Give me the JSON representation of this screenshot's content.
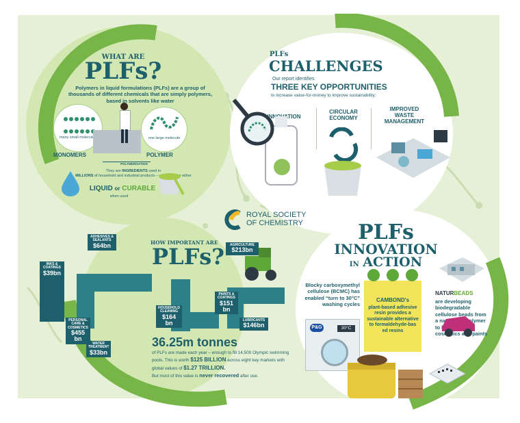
{
  "what_are": {
    "kicker": "WHAT ARE",
    "title": "PLFs?",
    "description": "Polymers in liquid formulations (PLFs) are a group of thousands of different chemicals that are simply polymers, based in solvents like water",
    "small_molecules": "many small molecules",
    "large_molecule": "one large molecule",
    "monomers": "MONOMERS",
    "polymerisation": "POLYMERISATION",
    "polymer": "POLYMER",
    "ingredients_1": "They are",
    "ingredients_2": "INGREDIENTS",
    "ingredients_3": "used in",
    "ingredients_4": "MILLIONS",
    "ingredients_5": "of household and industrial products – which can be either",
    "liquid": "LIQUID",
    "or": "or",
    "curable": "CURABLE",
    "when_used": "when used"
  },
  "challenges": {
    "kicker": "PLFs",
    "title": "CHALLENGES",
    "intro": "Our report identifies",
    "highlight": "THREE KEY OPPORTUNITIES",
    "sub": "to increase value-for-money to improve sustainability:",
    "items": [
      {
        "label": "INNOVATION"
      },
      {
        "label": "CIRCULAR ECONOMY"
      },
      {
        "label": "IMPROVED WASTE MANAGEMENT"
      }
    ]
  },
  "rsc": {
    "line1": "ROYAL SOCIETY",
    "line2": "OF CHEMISTRY"
  },
  "important": {
    "kicker": "HOW IMPORTANT ARE",
    "title": "PLFs?",
    "markets": [
      {
        "name": "ADHESIVES & SEALANTS",
        "value": "$64bn"
      },
      {
        "name": "INKS & COATINGS",
        "value": "$39bn"
      },
      {
        "name": "AGRICULTURE",
        "value": "$213bn"
      },
      {
        "name": "PAINTS & COATINGS",
        "value": "$151 bn"
      },
      {
        "name": "HOUSEHOLD CLEANING",
        "value": "$164 bn"
      },
      {
        "name": "LUBRICANTS",
        "value": "$146bn"
      },
      {
        "name": "PERSONAL CARE & COSMETICS",
        "value": "$455 bn"
      },
      {
        "name": "WATER TREATMENT",
        "value": "$33bn"
      }
    ],
    "tonnes": "36.25m tonnes",
    "body_1": "of PLFs are made each year – enough to fill 14,500 Olympic swimming pools. This is worth",
    "body_2": "$125 BILLION",
    "body_3": "across eight key markets with global values of",
    "body_4": "$1.27 TRILLION.",
    "footer_1": "But most of this value is",
    "footer_2": "never recovered",
    "footer_3": "after use."
  },
  "innovation": {
    "title_1": "PLFs",
    "title_2": "INNOVATION",
    "title_3": "IN",
    "title_4": "ACTION",
    "bcmc": "Blocky carboxymethyl cellulose (BCMC) has enabled “turn to 30°C” washing cycles",
    "pg_logo": "P&G",
    "washer_temp": "30°C",
    "cambond_name": "CAMBOND's",
    "cambond_text": "plant-based adhesive resin provides a sustainable alternative to formaldehyde-bas ed resins",
    "natur_1": "NATUR",
    "natur_2": "BEADS",
    "natur_text": "are developing biodegradable cellulose beads from a natural biopolymer to be used in cosmetics and paints"
  }
}
